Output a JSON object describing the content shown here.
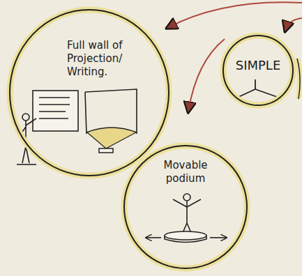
{
  "diagram": {
    "nodes": [
      {
        "text": [
          "Full wall of Projection/ Writing."
        ]
      },
      {
        "text": [
          "SIMPLE"
        ]
      },
      {
        "text": [
          "Movable podium"
        ]
      }
    ]
  }
}
